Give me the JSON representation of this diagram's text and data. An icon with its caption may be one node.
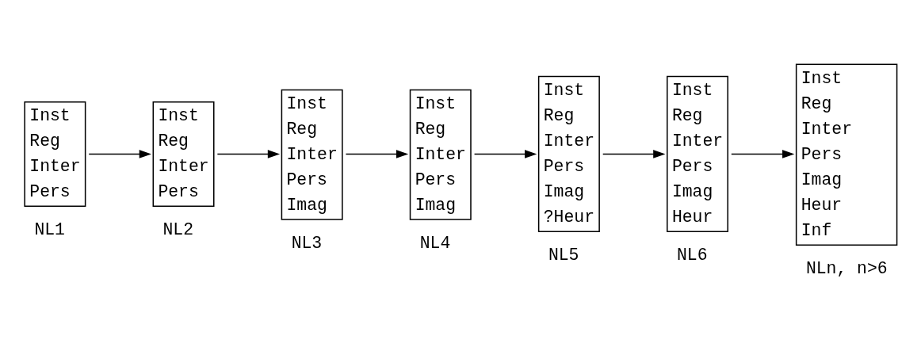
{
  "diagram": {
    "nodes": [
      {
        "text": [
          "Inst",
          "Reg",
          "Inter",
          "Pers"
        ],
        "beside": [
          "NL1"
        ]
      },
      {
        "text": [
          "Inst",
          "Reg",
          "Inter",
          "Pers"
        ],
        "beside": [
          "NL2"
        ]
      },
      {
        "text": [
          "Inst",
          "Reg",
          "Inter",
          "Pers",
          "Imag"
        ],
        "beside": [
          "NL3"
        ]
      },
      {
        "text": [
          "Inst",
          "Reg",
          "Inter",
          "Pers",
          "Imag"
        ],
        "beside": [
          "NL4"
        ]
      },
      {
        "text": [
          "Inst",
          "Reg",
          "Inter",
          "Pers",
          "Imag",
          "?Heur"
        ],
        "beside": [
          "NL5"
        ]
      },
      {
        "text": [
          "Inst",
          "Reg",
          "Inter",
          "Pers",
          "Imag",
          "Heur"
        ],
        "beside": [
          "NL6"
        ]
      },
      {
        "text": [
          "Inst",
          "Reg",
          "Inter",
          "Pers",
          "Imag",
          "Heur",
          "Inf"
        ],
        "beside": [
          "NLn, n>6"
        ]
      }
    ],
    "edges": [
      {
        "from": 0,
        "to": 1,
        "arrow": "to"
      },
      {
        "from": 1,
        "to": 2,
        "arrow": "to"
      },
      {
        "from": 2,
        "to": 3,
        "arrow": "to"
      },
      {
        "from": 3,
        "to": 4,
        "arrow": "to"
      },
      {
        "from": 4,
        "to": 5,
        "arrow": "to"
      },
      {
        "from": 5,
        "to": 6,
        "arrow": "to"
      }
    ]
  }
}
